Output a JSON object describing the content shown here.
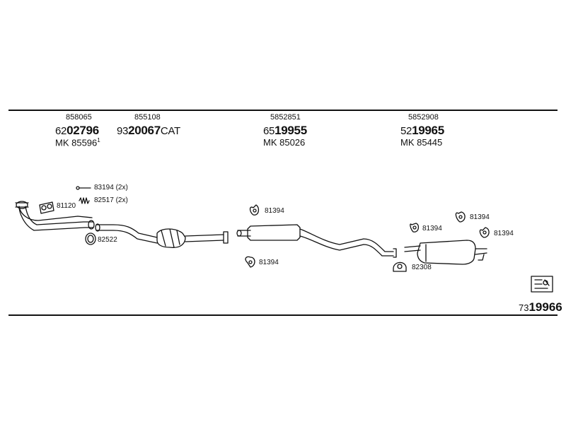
{
  "groups": [
    {
      "ref": "858065",
      "prefix": "62",
      "code": "02796",
      "suffix": "",
      "mk": "MK 85596",
      "mk_sup": "1"
    },
    {
      "ref": "855108",
      "prefix": "93",
      "code": "20067",
      "suffix": "CAT",
      "mk": "",
      "mk_sup": ""
    },
    {
      "ref": "5852851",
      "prefix": "65",
      "code": "19955",
      "suffix": "",
      "mk": "MK 85026",
      "mk_sup": ""
    },
    {
      "ref": "5852908",
      "prefix": "52",
      "code": "19965",
      "suffix": "",
      "mk": "MK 85445",
      "mk_sup": ""
    }
  ],
  "parts": {
    "p83194": "83194 (2x)",
    "p82517": "82517 (2x)",
    "p81120": "81120",
    "p82522": "82522",
    "p81394_a": "81394",
    "p81394_b": "81394",
    "p81394_c": "81394",
    "p81394_d": "81394",
    "p81394_e": "81394",
    "p82308": "82308"
  },
  "footer": {
    "prefix": "73",
    "code": "19966"
  },
  "colors": {
    "line": "#111111",
    "background": "#ffffff"
  }
}
